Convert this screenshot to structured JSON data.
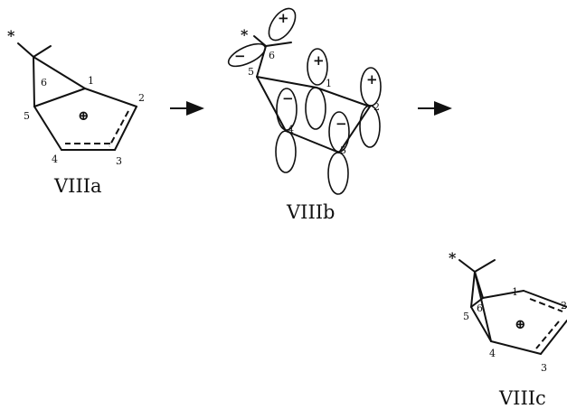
{
  "structures": [
    {
      "name": "VIIIa",
      "star": "*",
      "atoms": {
        "c1": "1",
        "c2": "2",
        "c3": "3",
        "c4": "4",
        "c5": "5",
        "c6": "6"
      },
      "charge": "⊕"
    },
    {
      "name": "VIIIb",
      "star": "*",
      "atoms": {
        "c1": "1",
        "c2": "2",
        "c3": "3",
        "c4": "4",
        "c5": "5",
        "c6": "6"
      },
      "lobe_signs": {
        "c6_upper": "+",
        "c6_left": "−",
        "c1_upper": "+",
        "c2_upper": "+",
        "c4_upper": "−",
        "c3_upper": "−"
      }
    },
    {
      "name": "VIIIc",
      "star": "*",
      "atoms": {
        "c1": "1",
        "c2": "2",
        "c3": "3",
        "c4": "4",
        "c5": "5",
        "c6": "6"
      },
      "charge": "⊕"
    }
  ],
  "arrows": [
    {
      "from": "VIIIa",
      "to": "VIIIb"
    },
    {
      "from": "VIIIb",
      "to": "VIIIc"
    }
  ]
}
